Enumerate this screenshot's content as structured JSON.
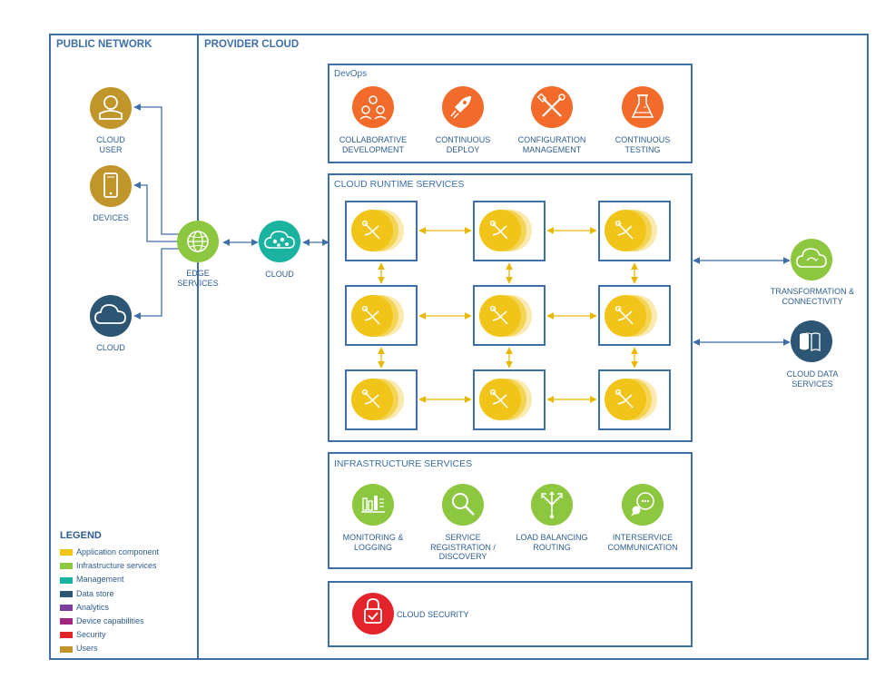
{
  "zones": {
    "public_network": "PUBLIC NETWORK",
    "provider_cloud": "PROVIDER CLOUD"
  },
  "public": {
    "cloud_user": "CLOUD\nUSER",
    "devices": "DEVICES",
    "cloud": "CLOUD",
    "edge_services": "EDGE\nSERVICES"
  },
  "provider": {
    "cloud": "CLOUD"
  },
  "devops": {
    "title": "DevOps",
    "items": [
      {
        "label": "COLLABORATIVE\nDEVELOPMENT",
        "icon": "people-icon"
      },
      {
        "label": "CONTINUOUS\nDEPLOY",
        "icon": "rocket-icon"
      },
      {
        "label": "CONFIGURATION\nMANAGEMENT",
        "icon": "tools-icon"
      },
      {
        "label": "CONTINUOUS\nTESTING",
        "icon": "flask-icon"
      }
    ]
  },
  "runtime": {
    "title": "CLOUD RUNTIME SERVICES"
  },
  "infrastructure": {
    "title": "INFRASTRUCTURE SERVICES",
    "items": [
      {
        "label": "MONITORING &\nLOGGING",
        "icon": "chart-icon"
      },
      {
        "label": "SERVICE\nREGISTRATION /\nDISCOVERY",
        "icon": "magnifier-icon"
      },
      {
        "label": "LOAD BALANCING\nROUTING",
        "icon": "routing-icon"
      },
      {
        "label": "INTERSERVICE\nCOMMUNICATION",
        "icon": "chat-icon"
      }
    ]
  },
  "security": {
    "label": "CLOUD SECURITY"
  },
  "right": {
    "transformation": "TRANSFORMATION &\nCONNECTIVITY",
    "data_services": "CLOUD DATA\nSERVICES"
  },
  "legend": {
    "title": "LEGEND",
    "items": [
      {
        "label": "Application component",
        "color": "#f0c419"
      },
      {
        "label": "Infrastructure services",
        "color": "#8dc63f"
      },
      {
        "label": "Management",
        "color": "#1ab39f"
      },
      {
        "label": "Data store",
        "color": "#2d5574"
      },
      {
        "label": "Analytics",
        "color": "#7a3d9c"
      },
      {
        "label": "Device capabilities",
        "color": "#a0287e"
      },
      {
        "label": "Security",
        "color": "#e3242b"
      },
      {
        "label": "Users",
        "color": "#c0962b"
      }
    ]
  },
  "colors": {
    "frame": "#3e6fa8",
    "users": "#c0962b",
    "devops": "#f26b2a",
    "management": "#1ab39f",
    "infra": "#8dc63f",
    "datastore": "#2d5574",
    "security": "#e3242b",
    "app": "#f0c419"
  }
}
